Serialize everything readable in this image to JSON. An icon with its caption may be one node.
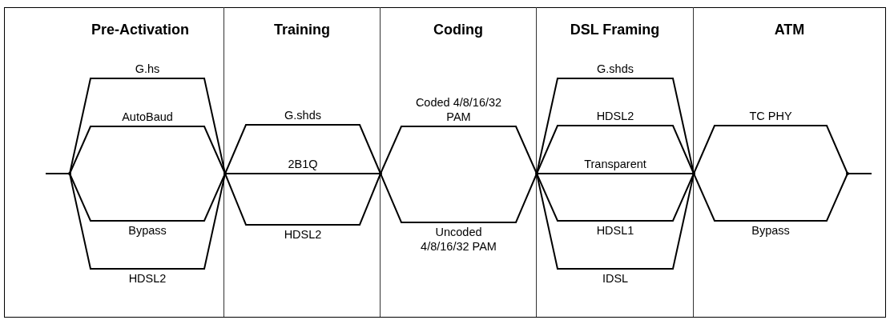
{
  "diagram": {
    "nodes": [
      {
        "text": [],
        "shape": "point"
      },
      {
        "text": [],
        "shape": "point"
      },
      {
        "text": [],
        "shape": "point"
      },
      {
        "text": [],
        "shape": "point"
      },
      {
        "text": [],
        "shape": "point"
      },
      {
        "text": [],
        "shape": "point"
      }
    ],
    "edges": [
      {
        "from": null,
        "to": 0,
        "arrow": "none"
      },
      {
        "from": 0,
        "to": 1,
        "arrow": "none",
        "label": "G.hs"
      },
      {
        "from": 0,
        "to": 1,
        "arrow": "none",
        "label": "AutoBaud"
      },
      {
        "from": 0,
        "to": 1,
        "arrow": "none",
        "label": "Bypass"
      },
      {
        "from": 0,
        "to": 1,
        "arrow": "none",
        "label": "HDSL2"
      },
      {
        "from": 1,
        "to": 2,
        "arrow": "none",
        "label": "G.shds"
      },
      {
        "from": 1,
        "to": 2,
        "arrow": "none",
        "label": "2B1Q"
      },
      {
        "from": 1,
        "to": 2,
        "arrow": "none",
        "label": "HDSL2"
      },
      {
        "from": 2,
        "to": 3,
        "arrow": "none",
        "label": "Coded 4/8/16/32 PAM"
      },
      {
        "from": 2,
        "to": 3,
        "arrow": "none",
        "label": "Uncoded 4/8/16/32 PAM"
      },
      {
        "from": 3,
        "to": 4,
        "arrow": "none",
        "label": "G.shds"
      },
      {
        "from": 3,
        "to": 4,
        "arrow": "none",
        "label": "HDSL2"
      },
      {
        "from": 3,
        "to": 4,
        "arrow": "none",
        "label": "Transparent"
      },
      {
        "from": 3,
        "to": 4,
        "arrow": "none",
        "label": "HDSL1"
      },
      {
        "from": 3,
        "to": 4,
        "arrow": "none",
        "label": "IDSL"
      },
      {
        "from": 4,
        "to": 5,
        "arrow": "none",
        "label": "TC PHY"
      },
      {
        "from": 4,
        "to": 5,
        "arrow": "none",
        "label": "Bypass"
      },
      {
        "from": 5,
        "to": null,
        "arrow": "none"
      }
    ],
    "labels": [
      "Pre-Activation",
      "Training",
      "Coding",
      "DSL Framing",
      "ATM"
    ]
  }
}
